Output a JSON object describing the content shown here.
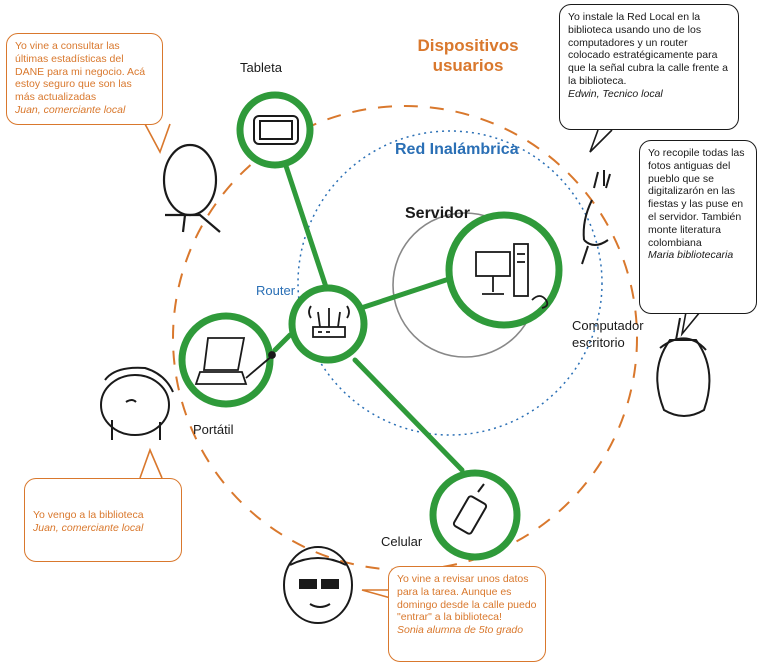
{
  "diagram": {
    "title_devices": "Dispositivos usuarios",
    "title_wireless": "Red Inalámbrica",
    "title_server": "Servidor",
    "nodes": {
      "tablet": "Tableta",
      "router": "Router",
      "laptop": "Portátil",
      "desktop": "Computador escritorio",
      "phone": "Celular"
    }
  },
  "bubbles": {
    "juan_top": {
      "text": "Yo vine a consultar las últimas estadísticas del DANE para mi negocio. Acá estoy seguro que son las más actualizadas",
      "who": "Juan, comerciante local"
    },
    "edwin": {
      "text": "Yo instale la Red Local en la biblioteca usando uno de los computadores y un router colocado estratégicamente para que la señal cubra la calle frente a la biblioteca.",
      "who": "Edwin, Tecnico local"
    },
    "maria": {
      "text": "Yo recopile todas las fotos antiguas del pueblo que se digitalizarón en las fiestas y las puse en el servidor. También monte literatura colombiana",
      "who": "Maria bibliotecaria"
    },
    "juan_bottom": {
      "text": "Yo vengo a la biblioteca",
      "who": "Juan, comerciante local"
    },
    "sonia": {
      "text": "Yo vine a revisar unos datos para la tarea. Aunque es domingo desde la calle puedo \"entrar\" a la biblioteca!",
      "who": "Sonia alumna de 5to grado"
    }
  },
  "colors": {
    "orange": "#d9782d",
    "green": "#2f9a3a",
    "blue": "#2a6fb5",
    "dark": "#1a1a1a"
  }
}
